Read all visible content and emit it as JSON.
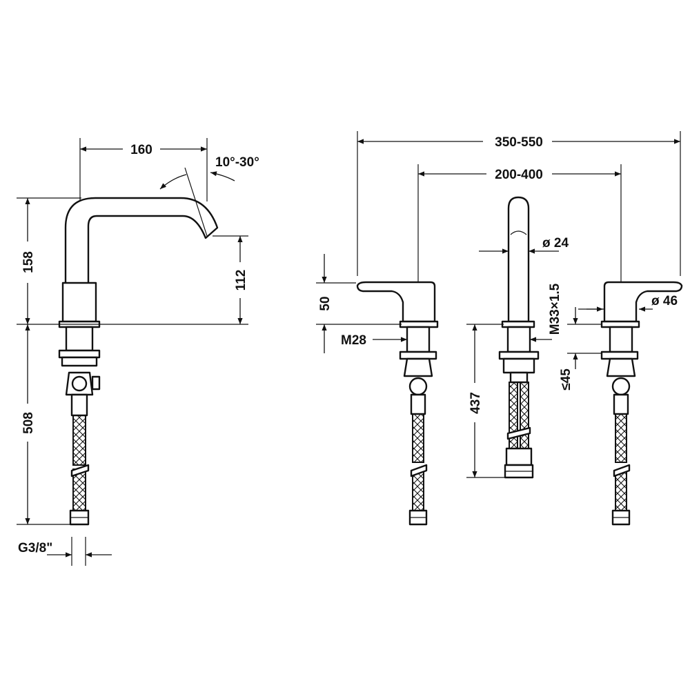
{
  "labels": {
    "spout_reach": "160",
    "spout_angle": "10°-30°",
    "side_total_height": "158",
    "spout_height": "112",
    "hose_length_side": "508",
    "hose_thread": "G3/8\"",
    "overall_spread": "350-550",
    "center_spread": "200-400",
    "spout_diameter": "ø 24",
    "handle_height": "50",
    "handle_thread": "M28",
    "spout_thread": "M33×1.5",
    "handle_diameter": "ø 46",
    "deck_thickness": "≤45",
    "hose_length_spout": "437"
  },
  "colors": {
    "line": "#111111",
    "background": "#ffffff"
  }
}
